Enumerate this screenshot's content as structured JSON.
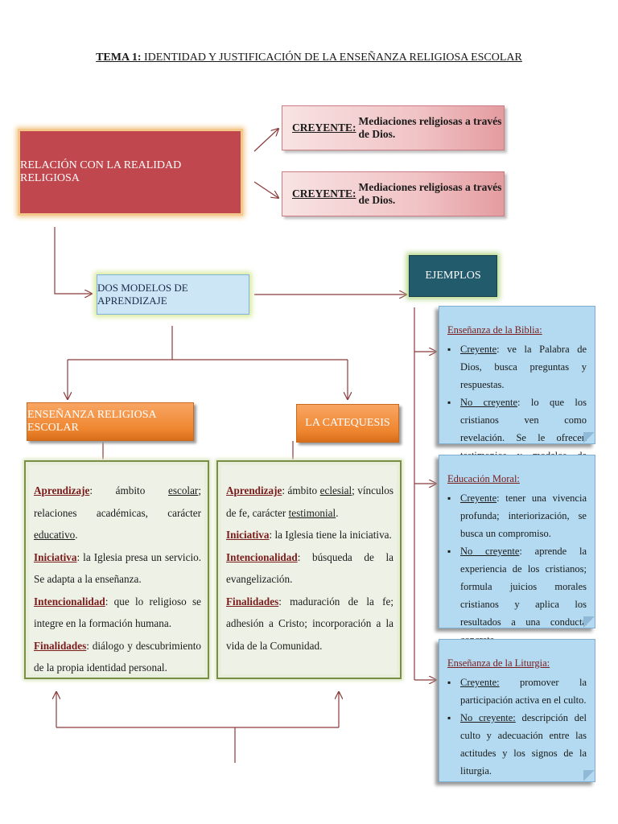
{
  "title": {
    "label": "TEMA 1:",
    "text": " IDENTIDAD Y JUSTIFICACIÓN DE LA ENSEÑANZA RELIGIOSA ESCOLAR"
  },
  "relacion": {
    "label": "RELACIÓN CON LA REALIDAD RELIGIOSA"
  },
  "creyente_boxes": [
    {
      "keyword": "CREYENTE:",
      "text": "Mediaciones religiosas a través de Dios."
    },
    {
      "keyword": "CREYENTE:",
      "text": "Mediaciones religiosas a través de Dios."
    }
  ],
  "dos_modelos": {
    "label": "DOS MODELOS DE APRENDIZAJE"
  },
  "ejemplos": {
    "label": "EJEMPLOS"
  },
  "ere": {
    "label": "ENSEÑANZA RELIGIOSA ESCOLAR"
  },
  "catequesis": {
    "label": "LA CATEQUESIS"
  },
  "ere_box": {
    "aprendizaje_k": "Aprendizaje",
    "aprendizaje_a": ": ámbito ",
    "aprendizaje_b": "escolar",
    "aprendizaje_c": "; relaciones académicas, carácter ",
    "aprendizaje_d": "educativo",
    "aprendizaje_e": ".",
    "iniciativa_k": "Iniciativa",
    "iniciativa_t": ": la Iglesia presa un servicio. Se adapta a la enseñanza.",
    "intencionalidad_k": "Intencionalidad",
    "intencionalidad_t": ": que lo religioso se integre en la formación humana.",
    "finalidades_k": "Finalidades",
    "finalidades_t": ": diálogo y descubrimiento de la propia identidad personal."
  },
  "cat_box": {
    "aprendizaje_k": "Aprendizaje",
    "aprendizaje_a": ": ámbito ",
    "aprendizaje_b": "eclesial",
    "aprendizaje_c": "; vínculos de fe, carácter ",
    "aprendizaje_d": "testimonial",
    "aprendizaje_e": ".",
    "iniciativa_k": "Iniciativa",
    "iniciativa_t": ": la Iglesia tiene la iniciativa.",
    "intencionalidad_k": "Intencionalidad",
    "intencionalidad_t": ": búsqueda de la evangelización.",
    "finalidades_k": "Finalidades",
    "finalidades_t": ": maduración de la fe; adhesión a Cristo; incorporación a la vida de la Comunidad."
  },
  "examples": [
    {
      "heading": "Enseñanza de la Biblia:",
      "items": [
        {
          "k": "Creyente",
          "t": ": ve la Palabra de Dios, busca preguntas y respuestas."
        },
        {
          "k": "No creyente",
          "t": ": lo que los cristianos ven como revelación. Se le ofrecen testimonios y modelos de respuesta."
        }
      ]
    },
    {
      "heading": "Educación Moral:",
      "items": [
        {
          "k": "Creyente",
          "t": ": tener una vivencia profunda; interiorización, se busca un compromiso."
        },
        {
          "k": "No creyente",
          "t": ": aprende la experiencia de los cristianos; formula juicios morales cristianos y aplica los resultados a una conducta concreta."
        }
      ]
    },
    {
      "heading": "Enseñanza de la Liturgia:",
      "items": [
        {
          "k": "Creyente:",
          "t": " promover la participación activa en el culto."
        },
        {
          "k": "No creyente:",
          "t": " descripción del culto y adecuación entre las actitudes y los signos de la liturgia."
        }
      ]
    }
  ]
}
